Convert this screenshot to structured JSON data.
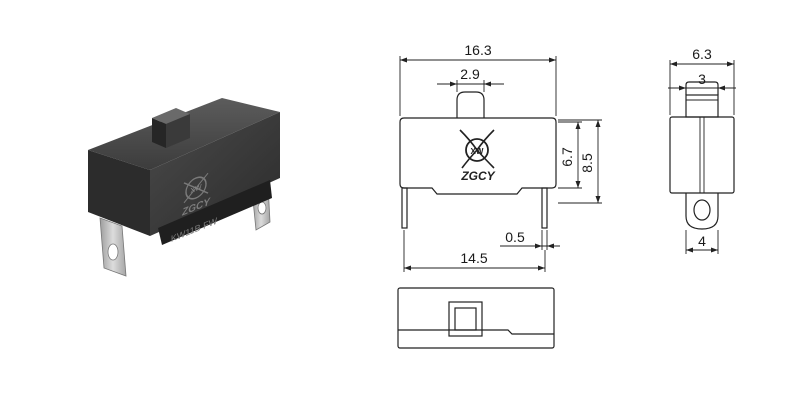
{
  "product": {
    "brand_mark": "ZGCY",
    "logo_letters": "XW",
    "model_marking": "KW11B FW"
  },
  "front_view": {
    "overall_width": "16.3",
    "actuator_width": "2.9",
    "body_height": "6.7",
    "total_height": "8.5",
    "pin_spacing": "14.5",
    "pin_thickness": "0.5"
  },
  "side_view": {
    "overall_width": "6.3",
    "actuator_width": "3",
    "terminal_width": "4"
  },
  "colors": {
    "body_dark": "#3a3a3a",
    "body_light": "#5a5a5a",
    "terminal_metal": "#b9b9b9",
    "line": "#222222"
  }
}
